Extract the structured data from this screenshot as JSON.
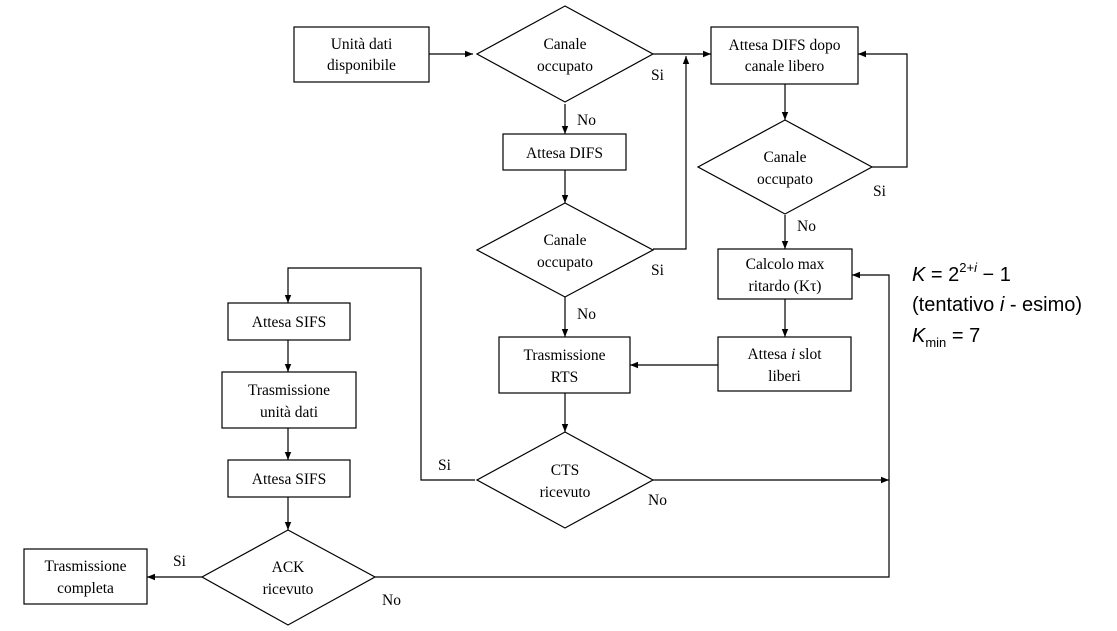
{
  "nodes": {
    "unita_dati": [
      "Unità dati",
      "disponibile"
    ],
    "canale1": [
      "Canale",
      "occupato"
    ],
    "attesa_difs_dopo": [
      "Attesa DIFS dopo",
      "canale libero"
    ],
    "attesa_difs": [
      "Attesa DIFS"
    ],
    "canale2": [
      "Canale",
      "occupato"
    ],
    "canale3": [
      "Canale",
      "occupato"
    ],
    "calcolo": [
      "Calcolo max",
      "ritardo (Kτ)"
    ],
    "attesa_slot": {
      "pre": "Attesa ",
      "var": "i",
      "post": " slot",
      "line2": "liberi"
    },
    "trasm_rts": [
      "Trasmissione",
      "RTS"
    ],
    "cts": [
      "CTS",
      "ricevuto"
    ],
    "attesa_sifs1": [
      "Attesa SIFS"
    ],
    "trasm_unita": [
      "Trasmissione",
      "unità dati"
    ],
    "attesa_sifs2": [
      "Attesa SIFS"
    ],
    "ack": [
      "ACK",
      "ricevuto"
    ],
    "trasm_completa": [
      "Trasmissione",
      "completa"
    ]
  },
  "edge_labels": {
    "canale1_si": "Si",
    "canale1_no": "No",
    "canale2_si": "Si",
    "canale3_si": "Si",
    "canale3_no": "No",
    "canale2_no": "No",
    "cts_si": "Si",
    "cts_no": "No",
    "ack_si": "Si",
    "ack_no": "No"
  },
  "formula": {
    "line1": {
      "K": "K",
      "eq": " = 2",
      "exp_pre": "2+",
      "exp_var": "i",
      "tail": " − 1"
    },
    "line2": {
      "pre": "(tentativo ",
      "var": "i",
      "post": " - esimo)"
    },
    "line3": {
      "K": "K",
      "sub": "min",
      "tail": " = 7"
    }
  }
}
